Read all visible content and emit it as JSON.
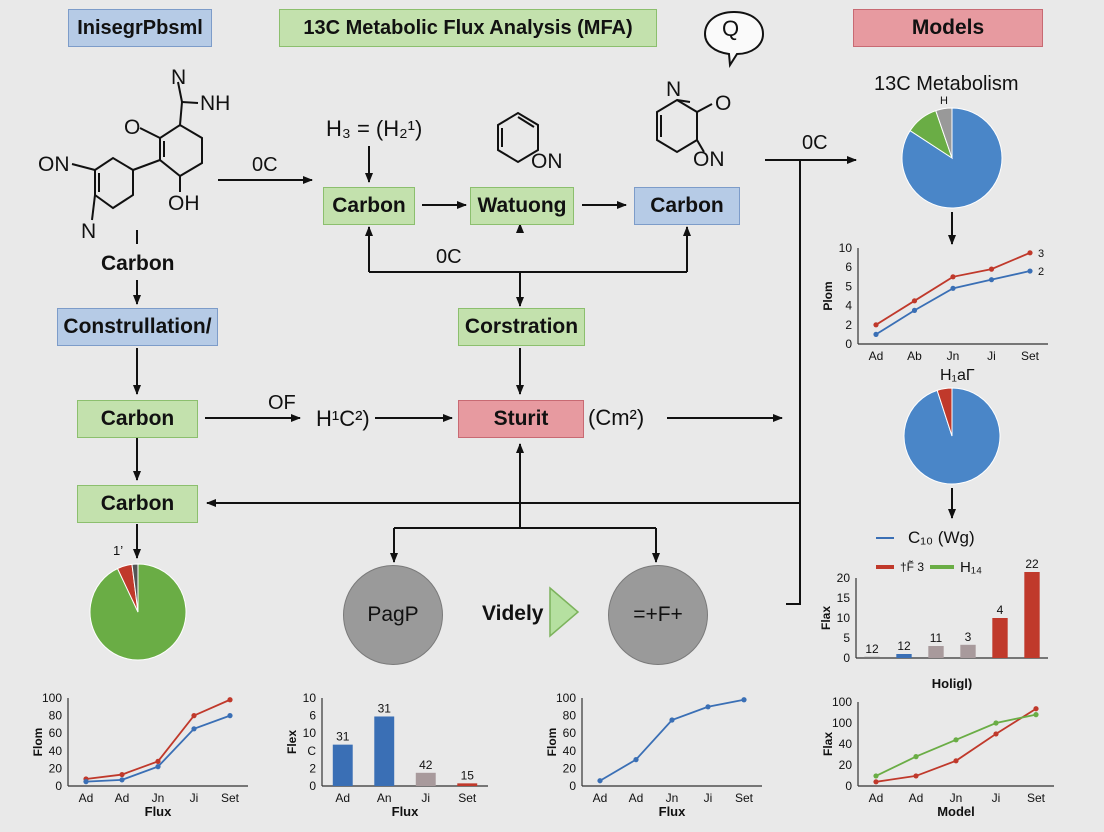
{
  "header": {
    "left_title": "InisegrPbsml",
    "center_title": "13C Metabolic Flux Analysis (MFA)",
    "bubble": "Q",
    "right_title": "Models"
  },
  "molecules": {
    "m1": {
      "n_top": "N",
      "nh": "NH",
      "o": "O",
      "on": "ON",
      "oh": "OH",
      "n_bottom": "N"
    },
    "m2": {
      "label": "ON"
    },
    "m3": {
      "n": "N",
      "o": "O",
      "on": "ON"
    }
  },
  "flow": {
    "edge_oc_top": "0C",
    "formula_top": "H₃ = (H₂¹)",
    "node_carbon_1": "Carbon",
    "node_watuong": "Watuong",
    "node_carbon_2": "Carbon",
    "edge_oc_mid": "0C",
    "edge_oc_right": "0C",
    "label_carbon": "Carbon",
    "node_construllation": "Construllation/",
    "node_corstration": "Corstration",
    "node_carbon_3": "Carbon",
    "edge_of": "OF",
    "formula_mid": "H¹C²)",
    "node_sturit": "Sturit",
    "formula_cm": "(Cm²)",
    "node_carbon_4": "Carbon",
    "pie_small_label": "1’",
    "circle_left": "PagP",
    "play_label": "Videly",
    "circle_right": "=+F+"
  },
  "chart_data": [
    {
      "id": "pie_metabolism",
      "type": "pie",
      "title": "13C Metabolism",
      "label": "H",
      "values": [
        80,
        10,
        5
      ],
      "colors": [
        "#4a86c8",
        "#6aad45",
        "#999999"
      ]
    },
    {
      "id": "line_top_right",
      "type": "line",
      "ylabel": "Plom",
      "categories": [
        "Ad",
        "Ab",
        "Jn",
        "Ji",
        "Set"
      ],
      "ylim": [
        0,
        10
      ],
      "yticks": [
        "0",
        "2",
        "4",
        "5",
        "6",
        "10"
      ],
      "series": [
        {
          "name": "3",
          "color": "#c0392b",
          "values": [
            2,
            4.5,
            7,
            7.8,
            9.5
          ]
        },
        {
          "name": "2",
          "color": "#3a6fb5",
          "values": [
            1,
            3.5,
            5.8,
            6.7,
            7.6
          ]
        }
      ]
    },
    {
      "id": "pie_mid",
      "type": "pie",
      "title": "H₁aΓ",
      "values": [
        95,
        5
      ],
      "colors": [
        "#4a86c8",
        "#c0392b"
      ]
    },
    {
      "id": "bar_right",
      "type": "bar",
      "legend": [
        "C₁₀ (Wg)",
        "†F̃ 3",
        "H₁₄"
      ],
      "legend_colors": [
        "#3a6fb5",
        "#c0392b",
        "#6aad45"
      ],
      "ylabel": "Flax",
      "xlabel": "Holigl)",
      "ylim": [
        0,
        20
      ],
      "yticks": [
        "0",
        "5",
        "10",
        "15",
        "20"
      ],
      "values": [
        0.3,
        1,
        3,
        3.3,
        10,
        21.5
      ],
      "labels": [
        "12",
        "12",
        "11",
        "3",
        "4",
        "22"
      ],
      "colors": [
        "#777777",
        "#3a6fb5",
        "#a89a9c",
        "#a89a9c",
        "#c0392b",
        "#c0392b"
      ]
    },
    {
      "id": "pie_green",
      "type": "pie",
      "values": [
        93,
        5,
        2
      ],
      "colors": [
        "#6aad45",
        "#c0392b",
        "#555555"
      ]
    },
    {
      "id": "line_bottom_1",
      "type": "line",
      "ylabel": "Flom",
      "xlabel": "Flux",
      "categories": [
        "Ad",
        "Ad",
        "Jn",
        "Ji",
        "Set"
      ],
      "ylim": [
        0,
        100
      ],
      "yticks": [
        "0",
        "20",
        "40",
        "60",
        "80",
        "100"
      ],
      "series": [
        {
          "color": "#c0392b",
          "values": [
            8,
            13,
            28,
            80,
            98
          ]
        },
        {
          "color": "#3a6fb5",
          "values": [
            5,
            7,
            22,
            65,
            80
          ]
        }
      ]
    },
    {
      "id": "bar_bottom",
      "type": "bar",
      "ylabel": "Flex",
      "xlabel": "Flux",
      "categories": [
        "Ad",
        "An",
        "Ji",
        "Set"
      ],
      "ylim": [
        0,
        10
      ],
      "yticks": [
        "0",
        "2",
        "C",
        "10",
        "6",
        "10"
      ],
      "values": [
        4.7,
        7.9,
        1.5,
        0.3
      ],
      "labels": [
        "31",
        "31",
        "42",
        "15"
      ],
      "colors": [
        "#3a6fb5",
        "#3a6fb5",
        "#a89a9c",
        "#c0392b"
      ]
    },
    {
      "id": "line_bottom_3",
      "type": "line",
      "ylabel": "Flom",
      "xlabel": "Flux",
      "categories": [
        "Ad",
        "Ad",
        "Jn",
        "Ji",
        "Set"
      ],
      "ylim": [
        0,
        100
      ],
      "yticks": [
        "0",
        "20",
        "40",
        "60",
        "80",
        "100"
      ],
      "series": [
        {
          "color": "#3a6fb5",
          "values": [
            6,
            30,
            75,
            90,
            98
          ]
        }
      ]
    },
    {
      "id": "line_bottom_4",
      "type": "line",
      "ylabel": "Flax",
      "xlabel": "Model",
      "categories": [
        "Ad",
        "Ad",
        "Jn",
        "Ji",
        "Set"
      ],
      "ylim": [
        0,
        100
      ],
      "yticks": [
        "0",
        "20",
        "40",
        "100",
        "100"
      ],
      "series": [
        {
          "color": "#c0392b",
          "values": [
            5,
            12,
            30,
            62,
            92
          ]
        },
        {
          "color": "#6aad45",
          "values": [
            12,
            35,
            55,
            75,
            85
          ]
        }
      ]
    }
  ]
}
